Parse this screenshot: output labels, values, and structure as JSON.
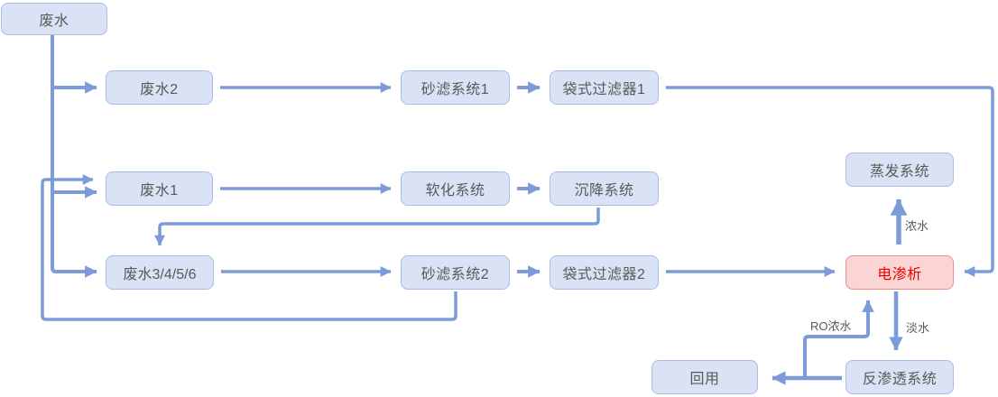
{
  "diagram": {
    "nodes": {
      "waste_water": {
        "label": "废水"
      },
      "waste_water_2": {
        "label": "废水2"
      },
      "sand_filter_1": {
        "label": "砂滤系统1"
      },
      "bag_filter_1": {
        "label": "袋式过滤器1"
      },
      "waste_water_1": {
        "label": "废水1"
      },
      "softening": {
        "label": "软化系统"
      },
      "settling": {
        "label": "沉降系统"
      },
      "waste_water_3456": {
        "label": "废水3/4/5/6"
      },
      "sand_filter_2": {
        "label": "砂滤系统2"
      },
      "bag_filter_2": {
        "label": "袋式过滤器2"
      },
      "electrodialysis": {
        "label": "电渗析"
      },
      "evaporation": {
        "label": "蒸发系统"
      },
      "reverse_osmosis": {
        "label": "反渗透系统"
      },
      "reuse": {
        "label": "回用"
      }
    },
    "edge_labels": {
      "concentrate": "浓水",
      "fresh_water": "淡水",
      "ro_concentrate": "RO浓水"
    },
    "colors": {
      "connector": "#7d9bd8",
      "node_fill": "#dae3f5",
      "node_border": "#a6bde6",
      "node_text": "#595959",
      "alert_fill": "#fad5d3",
      "alert_border": "#f28b85",
      "alert_text": "#e60000",
      "background": "#ffffff"
    }
  }
}
